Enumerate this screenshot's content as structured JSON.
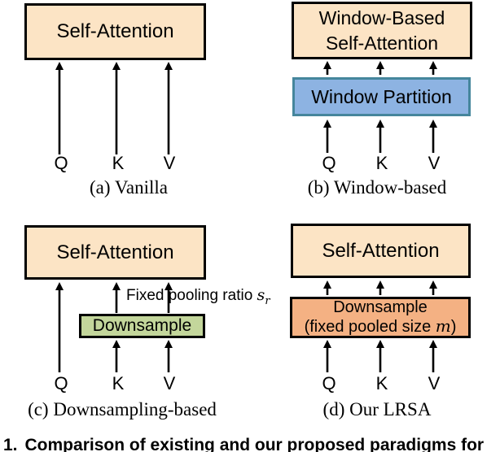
{
  "figure": {
    "panels": [
      {
        "id": "a",
        "caption": "(a) Vanilla",
        "attention": "Self-Attention",
        "inputs": [
          "Q",
          "K",
          "V"
        ]
      },
      {
        "id": "b",
        "caption": "(b) Window-based",
        "attention_line1": "Window-Based",
        "attention_line2": "Self-Attention",
        "partition": "Window Partition",
        "inputs": [
          "Q",
          "K",
          "V"
        ]
      },
      {
        "id": "c",
        "caption": "(c) Downsampling-based",
        "attention": "Self-Attention",
        "downsample": "Downsample",
        "annotation": {
          "text": "Fixed pooling ratio ",
          "var": "s",
          "sub": "r"
        },
        "inputs": [
          "Q",
          "K",
          "V"
        ]
      },
      {
        "id": "d",
        "caption": "(d) Our LRSA",
        "attention": "Self-Attention",
        "downsample_line1": "Downsample",
        "downsample_line2": {
          "pre": "(fixed pooled size ",
          "var": "m",
          "post": ")"
        },
        "inputs": [
          "Q",
          "K",
          "V"
        ]
      }
    ],
    "caption": {
      "number": "1.",
      "text": "Comparison of existing and our proposed paradigms for"
    }
  },
  "colors": {
    "attention_fill": "#fce4c5",
    "window_partition_fill": "#8db3e2",
    "window_partition_border": "#45869c",
    "downsample_fixed_ratio_fill": "#c3d69b",
    "downsample_fixed_size_fill": "#f4b183",
    "box_border": "#000000",
    "arrow": "#000000"
  }
}
